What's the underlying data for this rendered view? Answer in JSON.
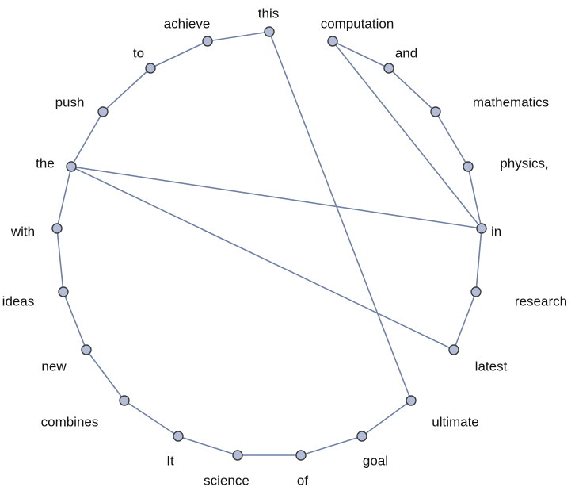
{
  "graph": {
    "nodes": [
      {
        "id": "this",
        "label": "this"
      },
      {
        "id": "computation",
        "label": "computation"
      },
      {
        "id": "and",
        "label": "and"
      },
      {
        "id": "mathematics",
        "label": "mathematics"
      },
      {
        "id": "physics",
        "label": "physics,"
      },
      {
        "id": "in",
        "label": "in"
      },
      {
        "id": "research",
        "label": "research"
      },
      {
        "id": "latest",
        "label": "latest"
      },
      {
        "id": "ultimate",
        "label": "ultimate"
      },
      {
        "id": "goal",
        "label": "goal"
      },
      {
        "id": "of",
        "label": "of"
      },
      {
        "id": "science",
        "label": "science"
      },
      {
        "id": "It",
        "label": "It"
      },
      {
        "id": "combines",
        "label": "combines"
      },
      {
        "id": "new",
        "label": "new"
      },
      {
        "id": "ideas",
        "label": "ideas"
      },
      {
        "id": "with",
        "label": "with"
      },
      {
        "id": "the",
        "label": "the"
      },
      {
        "id": "push",
        "label": "push"
      },
      {
        "id": "to",
        "label": "to"
      },
      {
        "id": "achieve",
        "label": "achieve"
      }
    ],
    "edges": [
      [
        "It",
        "combines"
      ],
      [
        "combines",
        "new"
      ],
      [
        "new",
        "ideas"
      ],
      [
        "ideas",
        "with"
      ],
      [
        "with",
        "the"
      ],
      [
        "the",
        "latest"
      ],
      [
        "latest",
        "research"
      ],
      [
        "research",
        "in"
      ],
      [
        "in",
        "physics"
      ],
      [
        "physics",
        "mathematics"
      ],
      [
        "mathematics",
        "and"
      ],
      [
        "and",
        "computation"
      ],
      [
        "computation",
        "in"
      ],
      [
        "in",
        "the"
      ],
      [
        "the",
        "push"
      ],
      [
        "push",
        "to"
      ],
      [
        "to",
        "achieve"
      ],
      [
        "achieve",
        "this"
      ],
      [
        "this",
        "ultimate"
      ],
      [
        "ultimate",
        "goal"
      ],
      [
        "goal",
        "of"
      ],
      [
        "of",
        "science"
      ],
      [
        "science",
        "It"
      ]
    ],
    "colors": {
      "edge": "#6f80a3",
      "node_fill": "#b3bdd8",
      "node_stroke": "#3a3a3a",
      "label": "#111111"
    }
  }
}
